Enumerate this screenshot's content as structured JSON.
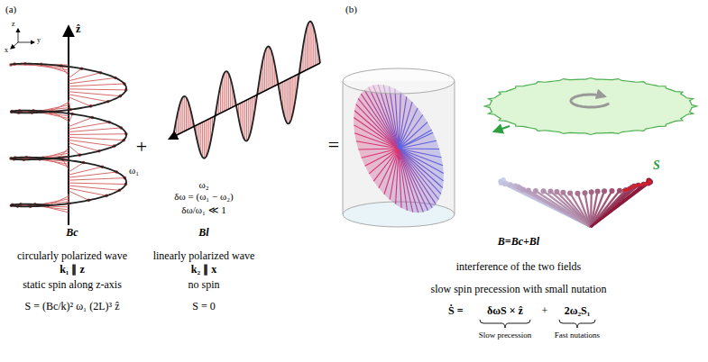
{
  "diagram": {
    "labels": [
      "(a)",
      "(b)",
      "z",
      "y",
      "x",
      "ẑ",
      "ω₁",
      "+",
      "ω₂",
      "δω = (ω₁ − ω₂)",
      "δω/ω₁ ≪ 1",
      "Bc",
      "Bl",
      "circularly polarized wave",
      "k₁ ∥ z",
      "static spin along z-axis",
      "S = (Bc/k)² ω₁ (2L)³ ẑ",
      "linearly polarized wave",
      "k₂ ∥ x",
      "no spin",
      "S = 0",
      "=",
      "S",
      "B=Bc+Bl",
      "interference of the two fields",
      "slow spin precession with small nutation",
      "Ṡ =",
      "δωS × ẑ",
      "+",
      "2ω₂S₁",
      "Slow precession",
      "Fast nutations"
    ]
  }
}
